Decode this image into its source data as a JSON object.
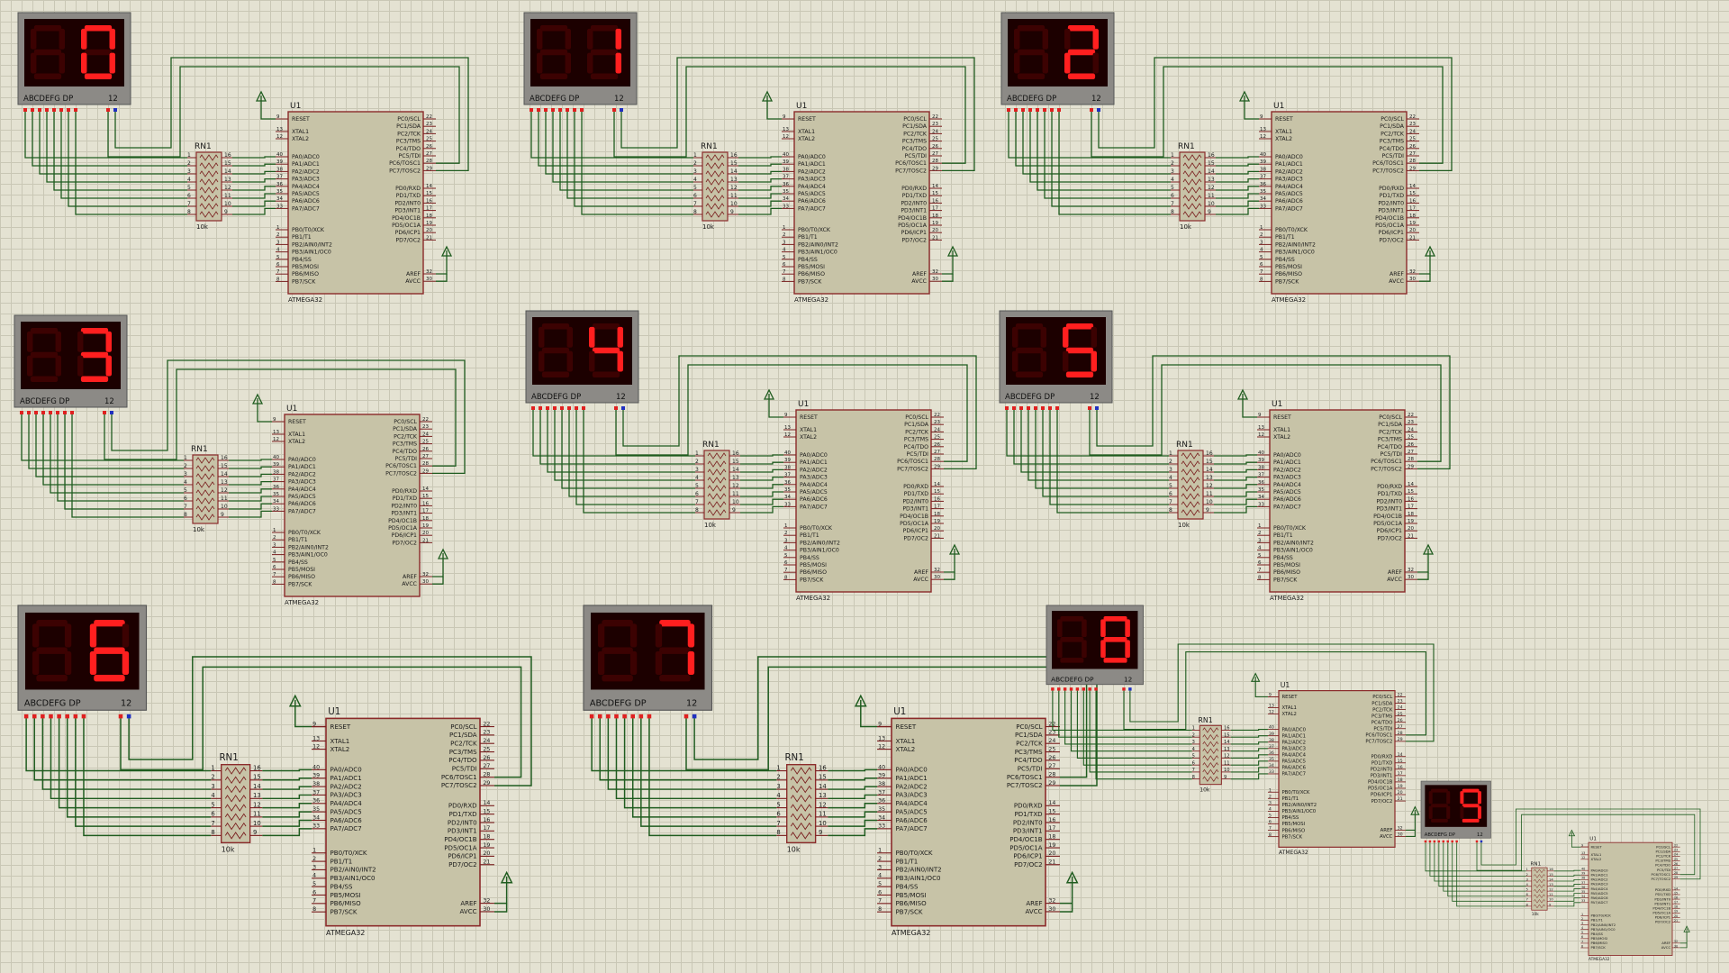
{
  "schematics": [
    {
      "digit": "0",
      "u_label": "U1",
      "rn_label": "RN1",
      "rn_value": "10k",
      "mcu": "ATMEGA32",
      "disp_label": "ABCDEFG  DP",
      "disp_pins": "12"
    },
    {
      "digit": "1",
      "u_label": "U1",
      "rn_label": "RN1",
      "rn_value": "10k",
      "mcu": "ATMEGA32",
      "disp_label": "ABCDEFG  DP",
      "disp_pins": "12"
    },
    {
      "digit": "2",
      "u_label": "U1",
      "rn_label": "RN1",
      "rn_value": "10k",
      "mcu": "ATMEGA32",
      "disp_label": "ABCDEFG  DP",
      "disp_pins": "12"
    },
    {
      "digit": "3",
      "u_label": "U1",
      "rn_label": "RN1",
      "rn_value": "10k",
      "mcu": "ATMEGA32",
      "disp_label": "ABCDEFG  DP",
      "disp_pins": "12"
    },
    {
      "digit": "4",
      "u_label": "U1",
      "rn_label": "RN1",
      "rn_value": "10k",
      "mcu": "ATMEGA32",
      "disp_label": "ABCDEFG  DP",
      "disp_pins": "12"
    },
    {
      "digit": "5",
      "u_label": "U1",
      "rn_label": "RN1",
      "rn_value": "10k",
      "mcu": "ATMEGA32",
      "disp_label": "ABCDEFG  DP",
      "disp_pins": "12"
    },
    {
      "digit": "6",
      "u_label": "U1",
      "rn_label": "RN1",
      "rn_value": "10k",
      "mcu": "ATMEGA32",
      "disp_label": "ABCDEFG  DP",
      "disp_pins": "12"
    },
    {
      "digit": "7",
      "u_label": "U1",
      "rn_label": "RN1",
      "rn_value": "10k",
      "mcu": "ATMEGA32",
      "disp_label": "ABCDEFG  DP",
      "disp_pins": "12"
    },
    {
      "digit": "8",
      "u_label": "U1",
      "rn_label": "RN1",
      "rn_value": "10k",
      "mcu": "ATMEGA32",
      "disp_label": "ABCDEFG  DP",
      "disp_pins": "12"
    },
    {
      "digit": "9",
      "u_label": "U1",
      "rn_label": "RN1",
      "rn_value": "10k",
      "mcu": "ATMEGA32",
      "disp_label": "ABCDEFG  DP",
      "disp_pins": "12"
    }
  ],
  "mcu_pins": {
    "left_top": [
      {
        "num": "9",
        "name": "RESET"
      },
      {
        "num": "13",
        "name": "XTAL1"
      },
      {
        "num": "12",
        "name": "XTAL2"
      }
    ],
    "left_a": [
      {
        "num": "40",
        "name": "PA0/ADC0"
      },
      {
        "num": "39",
        "name": "PA1/ADC1"
      },
      {
        "num": "38",
        "name": "PA2/ADC2"
      },
      {
        "num": "37",
        "name": "PA3/ADC3"
      },
      {
        "num": "36",
        "name": "PA4/ADC4"
      },
      {
        "num": "35",
        "name": "PA5/ADC5"
      },
      {
        "num": "34",
        "name": "PA6/ADC6"
      },
      {
        "num": "33",
        "name": "PA7/ADC7"
      }
    ],
    "left_b": [
      {
        "num": "1",
        "name": "PB0/T0/XCK"
      },
      {
        "num": "2",
        "name": "PB1/T1"
      },
      {
        "num": "3",
        "name": "PB2/AIN0/INT2"
      },
      {
        "num": "4",
        "name": "PB3/AIN1/OC0"
      },
      {
        "num": "5",
        "name": "PB4/SS"
      },
      {
        "num": "6",
        "name": "PB5/MOSI"
      },
      {
        "num": "7",
        "name": "PB6/MISO"
      },
      {
        "num": "8",
        "name": "PB7/SCK"
      }
    ],
    "right_c": [
      {
        "num": "22",
        "name": "PC0/SCL"
      },
      {
        "num": "23",
        "name": "PC1/SDA"
      },
      {
        "num": "24",
        "name": "PC2/TCK"
      },
      {
        "num": "25",
        "name": "PC3/TMS"
      },
      {
        "num": "26",
        "name": "PC4/TDO"
      },
      {
        "num": "27",
        "name": "PC5/TDI"
      },
      {
        "num": "28",
        "name": "PC6/TOSC1"
      },
      {
        "num": "29",
        "name": "PC7/TOSC2"
      }
    ],
    "right_d": [
      {
        "num": "14",
        "name": "PD0/RXD"
      },
      {
        "num": "15",
        "name": "PD1/TXD"
      },
      {
        "num": "16",
        "name": "PD2/INT0"
      },
      {
        "num": "17",
        "name": "PD3/INT1"
      },
      {
        "num": "18",
        "name": "PD4/OC1B"
      },
      {
        "num": "19",
        "name": "PD5/OC1A"
      },
      {
        "num": "20",
        "name": "PD6/ICP1"
      },
      {
        "num": "21",
        "name": "PD7/OC2"
      }
    ],
    "right_pwr": [
      {
        "num": "32",
        "name": "AREF"
      },
      {
        "num": "30",
        "name": "AVCC"
      }
    ]
  },
  "rn_pins": {
    "left": [
      "1",
      "2",
      "3",
      "4",
      "5",
      "6",
      "7",
      "8"
    ],
    "right": [
      "16",
      "15",
      "14",
      "13",
      "12",
      "11",
      "10",
      "9"
    ]
  },
  "colors": {
    "grid_bg": "#e4e2d2",
    "chip_fill": "#c7c3a7",
    "chip_border": "#8b2a2a",
    "wire": "#1f5c1f",
    "seg_on": "#ff1f1f",
    "seg_off": "#3c0202",
    "display_bg": "#1c0000",
    "display_frame": "#8c8a86",
    "pin_red": "#e02020",
    "pin_blue": "#2030c0"
  }
}
